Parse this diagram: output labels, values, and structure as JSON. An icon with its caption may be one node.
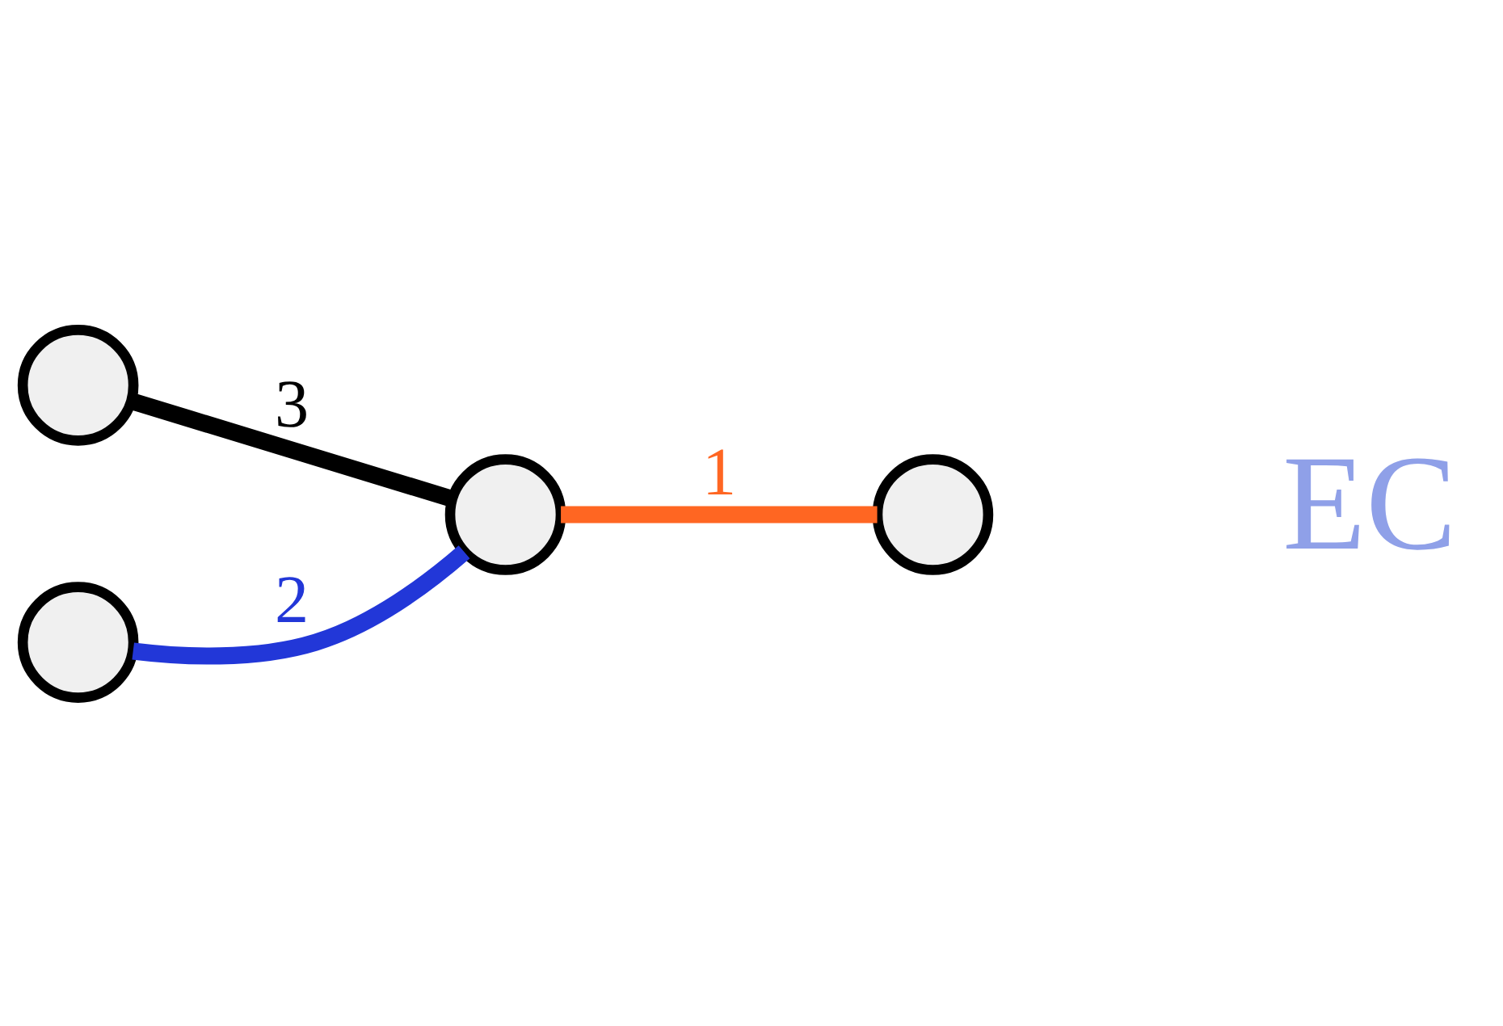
{
  "diagram": {
    "nodes": [
      {
        "text": [],
        "shape": "circle"
      },
      {
        "text": [],
        "shape": "circle"
      },
      {
        "text": [],
        "shape": "circle"
      },
      {
        "text": [],
        "shape": "circle"
      }
    ],
    "edges": [
      {
        "from": 0,
        "to": 1,
        "arrow": "none",
        "label": "3",
        "color": "#000000"
      },
      {
        "from": 1,
        "to": 2,
        "arrow": "none",
        "label": "1",
        "color": "#ff6622"
      },
      {
        "from": 3,
        "to": 1,
        "arrow": "none",
        "label": "2",
        "color": "#2237d8"
      }
    ],
    "labels": [
      "EC"
    ]
  }
}
